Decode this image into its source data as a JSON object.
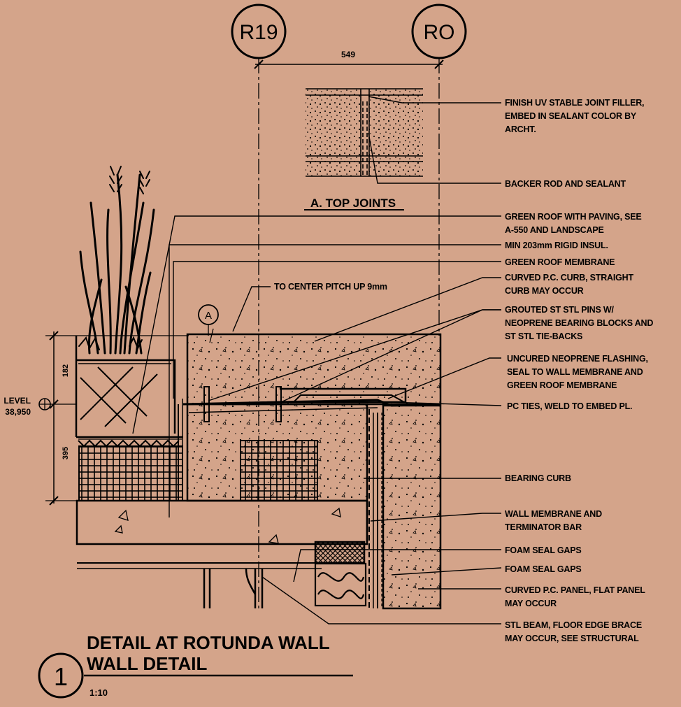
{
  "grid_bubbles": {
    "left": "R19",
    "right": "RO"
  },
  "dimensions": {
    "top": "549",
    "upper": "182",
    "lower": "395"
  },
  "level": {
    "label": "LEVEL",
    "value": "38,950"
  },
  "section_marker": "A",
  "top_joints_title": "A. TOP JOINTS",
  "pitch_note": "TO CENTER PITCH UP 9mm",
  "notes": [
    [
      "FINISH UV STABLE JOINT FILLER,",
      "EMBED IN SEALANT COLOR BY",
      "ARCHT."
    ],
    [
      "BACKER ROD AND SEALANT"
    ],
    [
      "GREEN ROOF WITH PAVING, SEE",
      "A-550 AND LANDSCAPE"
    ],
    [
      "MIN 203mm RIGID INSUL."
    ],
    [
      "GREEN ROOF MEMBRANE"
    ],
    [
      "CURVED P.C. CURB, STRAIGHT",
      "CURB MAY OCCUR"
    ],
    [
      "GROUTED ST STL PINS W/",
      "NEOPRENE BEARING BLOCKS AND",
      "ST STL TIE-BACKS"
    ],
    [
      "UNCURED NEOPRENE FLASHING,",
      "SEAL TO WALL MEMBRANE AND",
      "GREEN ROOF MEMBRANE"
    ],
    [
      "PC TIES, WELD TO EMBED PL."
    ],
    [
      "BEARING CURB"
    ],
    [
      "WALL MEMBRANE AND",
      "TERMINATOR BAR"
    ],
    [
      "FOAM SEAL GAPS"
    ],
    [
      "FOAM SEAL GAPS"
    ],
    [
      "CURVED P.C. PANEL, FLAT PANEL",
      "MAY OCCUR"
    ],
    [
      "STL BEAM, FLOOR EDGE BRACE",
      "MAY OCCUR, SEE STRUCTURAL"
    ]
  ],
  "title_block": {
    "number": "1",
    "title": "DETAIL AT ROTUNDA WALL",
    "subtitle": "WALL DETAIL",
    "scale": "1:10"
  },
  "colors": {
    "background": "#d4a48a",
    "ink": "#000000"
  }
}
